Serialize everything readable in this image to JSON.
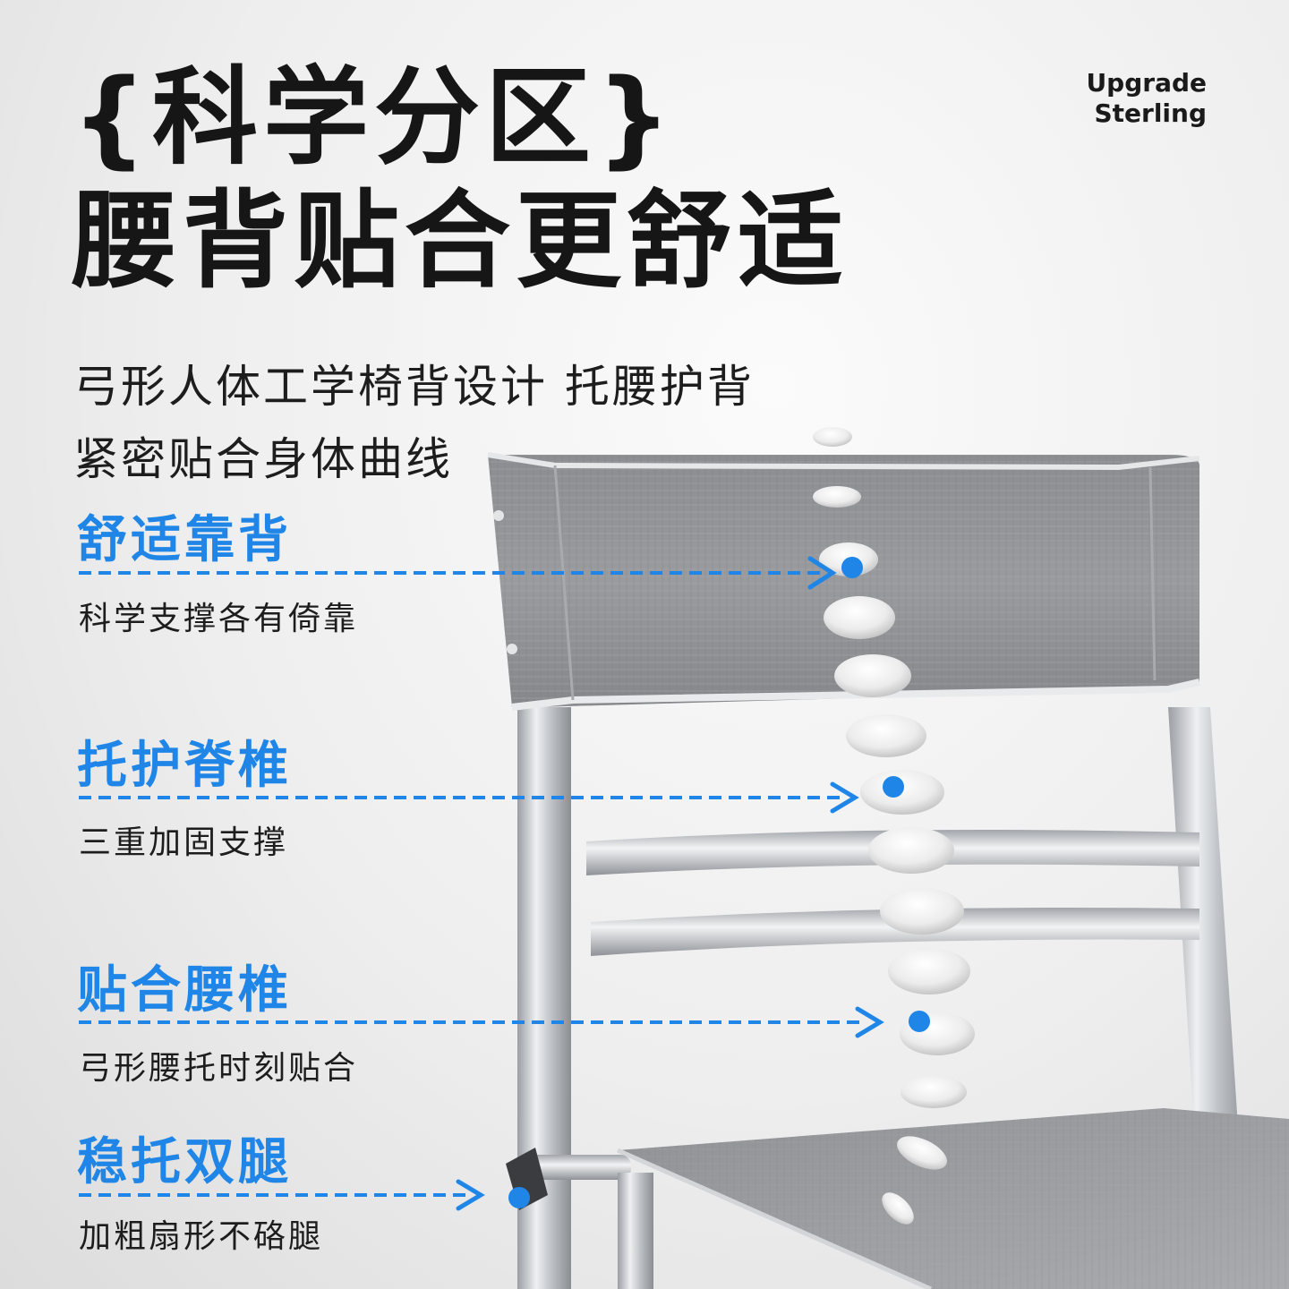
{
  "headline": {
    "line1": "{科学分区}",
    "line2": "腰背贴合更舒适"
  },
  "brand": {
    "line1": "Upgrade",
    "line2": "Sterling"
  },
  "subtitle": {
    "line1": "弓形人体工学椅背设计 托腰护背",
    "line2": "紧密贴合身体曲线"
  },
  "features": [
    {
      "title": "舒适靠背",
      "desc": "科学支撑各有倚靠"
    },
    {
      "title": "托护脊椎",
      "desc": "三重加固支撑"
    },
    {
      "title": "贴合腰椎",
      "desc": "弓形腰托时刻贴合"
    },
    {
      "title": "稳托双腿",
      "desc": "加粗扇形不硌腿"
    }
  ],
  "colors": {
    "accent": "#1f86e8",
    "text": "#161616",
    "fabric": "#8d8f93",
    "metal": "#c9ccd0"
  }
}
